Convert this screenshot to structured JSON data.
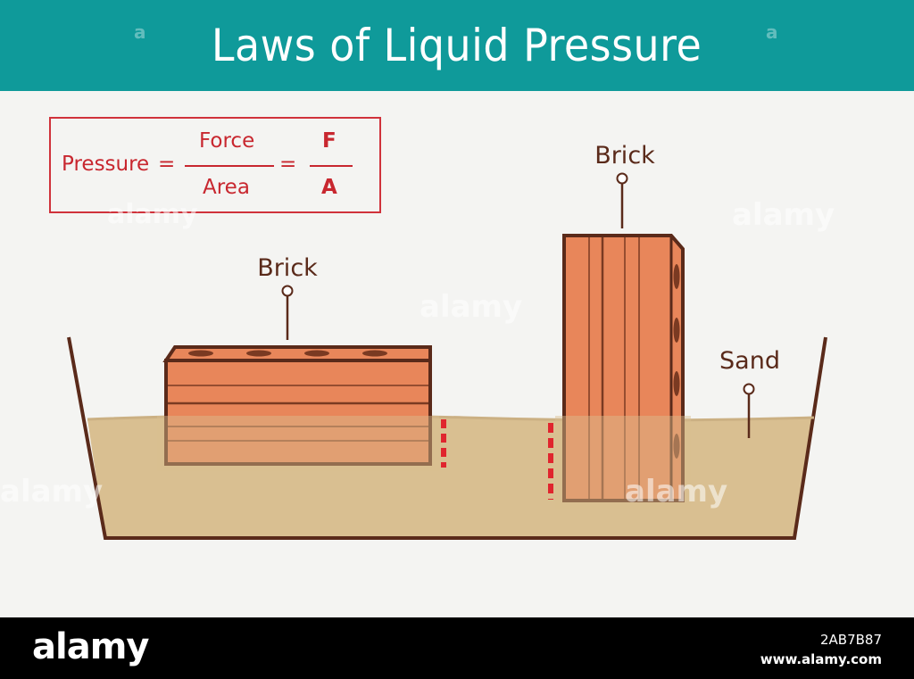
{
  "header": {
    "title": "Laws of Liquid Pressure"
  },
  "formula": {
    "lhs": "Pressure",
    "eq1": "=",
    "numerator": "Force",
    "denominator": "Area",
    "eq2": "=",
    "num_symbol": "F",
    "den_symbol": "A"
  },
  "labels": {
    "brick_flat": "Brick",
    "brick_upright": "Brick",
    "sand": "Sand"
  },
  "watermark": {
    "text": "alamy",
    "glyph": "a"
  },
  "footer": {
    "brand": "alamy",
    "image_code": "2AB7B87",
    "site": "www.alamy.com"
  },
  "colors": {
    "header": "#0f9a9a",
    "brick": "#e8865a",
    "brick_outline": "#5a2a1a",
    "sand": "#d9bf91",
    "formula": "#c8272f",
    "depth_marker": "#e0252e"
  }
}
